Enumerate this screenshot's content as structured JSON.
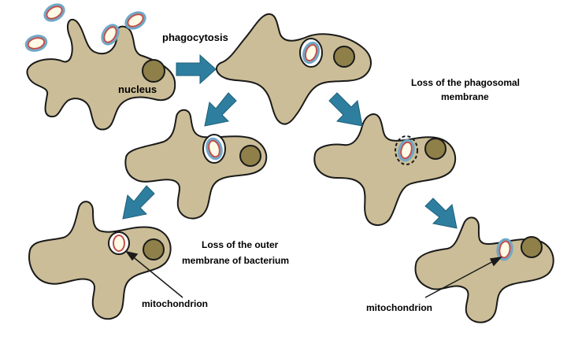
{
  "labels": {
    "phagocytosis": "phagocytosis",
    "nucleus": "nucleus",
    "loss_phagosomal_line1": "Loss of the phagosomal",
    "loss_phagosomal_line2": "membrane",
    "loss_outer_line1": "Loss of the outer",
    "loss_outer_line2": "membrane of bacterium",
    "mitochondrion_left": "mitochondrion",
    "mitochondrion_right": "mitochondrion"
  },
  "colors": {
    "cell_fill": "#cbbd97",
    "cell_stroke": "#1a1a1a",
    "nucleus_fill": "#8f804a",
    "arrow": "#2e7f9f",
    "bacterium_red": "#c0504d",
    "bacterium_blue": "#6fa8c8",
    "bacterium_core": "#fffbe6"
  }
}
